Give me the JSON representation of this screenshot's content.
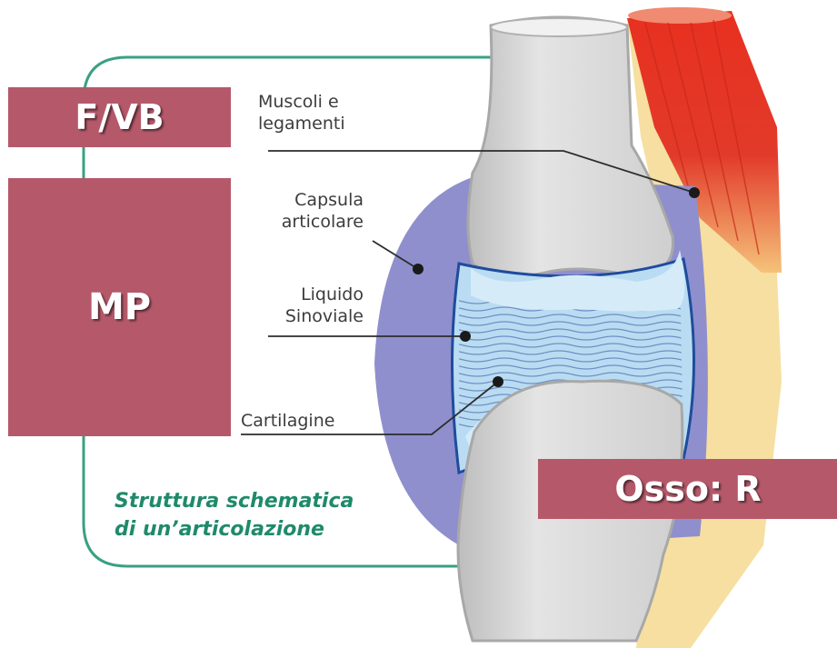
{
  "labels": {
    "muscoli_line1": "Muscoli e",
    "muscoli_line2": "legamenti",
    "capsula_line1": "Capsula",
    "capsula_line2": "articolare",
    "liquido_line1": "Liquido",
    "liquido_line2": "Sinoviale",
    "cartilagine": "Cartilagine"
  },
  "caption": {
    "line1": "Struttura schematica",
    "line2": "di un’articolazione"
  },
  "tags": {
    "fvb": "F/VB",
    "mp": "MP",
    "osso": "Osso: R"
  },
  "colors": {
    "tag_background": "#b5596a",
    "caption_text": "#1f8a6a",
    "frame": "#3aa083",
    "bone": "#dcdcdc",
    "capsule": "#8f8fce",
    "synovial_fluid": "#b9dcf2",
    "muscle": "#e23a2a"
  }
}
